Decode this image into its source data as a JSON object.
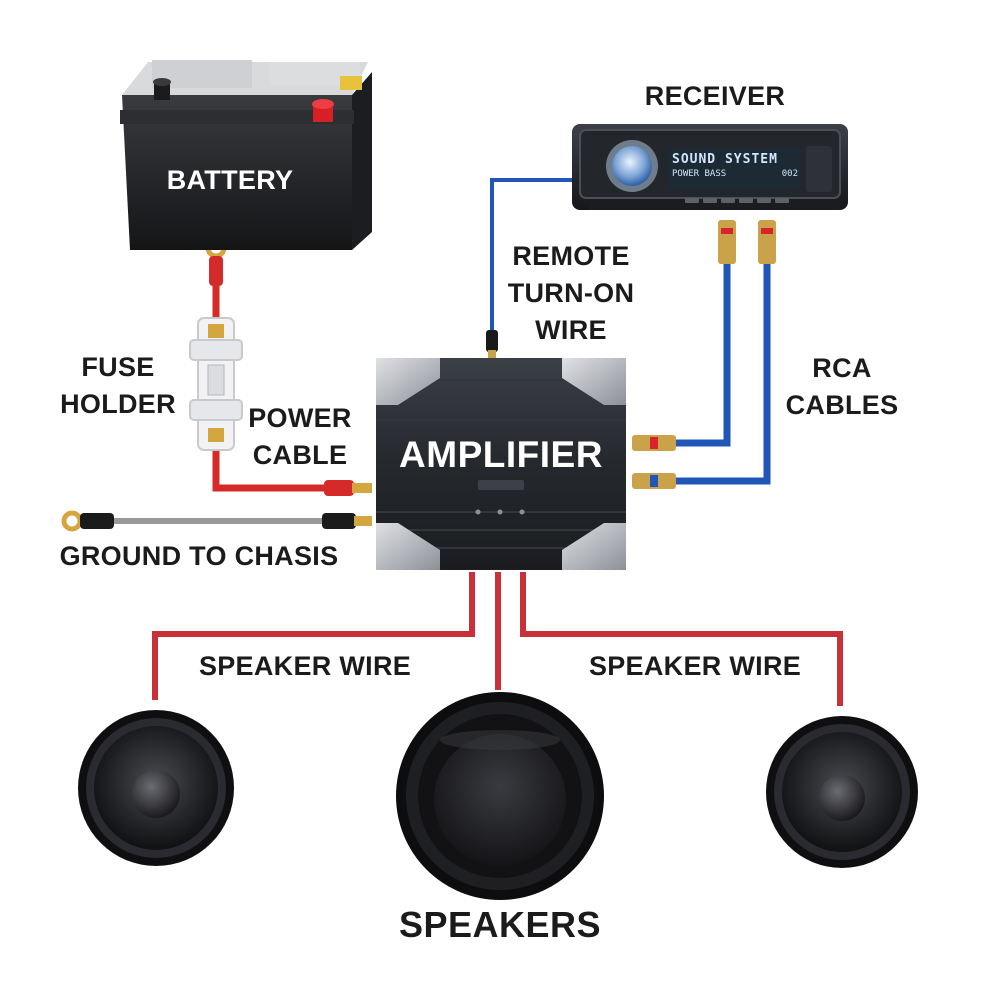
{
  "labels": {
    "battery": "BATTERY",
    "receiver": "RECEIVER",
    "receiver_display_line1": "SOUND SYSTEM",
    "receiver_display_line2": "POWER BASS",
    "receiver_display_track": "002",
    "remote_line1": "REMOTE",
    "remote_line2": "TURN-ON",
    "remote_line3": "WIRE",
    "fuse_line1": "FUSE",
    "fuse_line2": "HOLDER",
    "power_line1": "POWER",
    "power_line2": "CABLE",
    "amplifier": "AMPLIFIER",
    "rca_line1": "RCA",
    "rca_line2": "CABLES",
    "ground": "GROUND TO CHASIS",
    "speaker_wire_left": "SPEAKER WIRE",
    "speaker_wire_right": "SPEAKER WIRE",
    "speakers": "SPEAKERS"
  },
  "colors": {
    "power_wire": "#d42a2a",
    "speaker_wire": "#c9313a",
    "signal_wire": "#1f56b8",
    "ground_wire": "#9a9a9a",
    "amp_body": "#2a2d33",
    "amp_corner": "#b9bcc2",
    "battery_body": "#232427",
    "battery_terminal": "#d81f26",
    "receiver_display": "#1e2a33",
    "display_text": "#cfe6ff",
    "label_text": "#1b1b1b"
  }
}
